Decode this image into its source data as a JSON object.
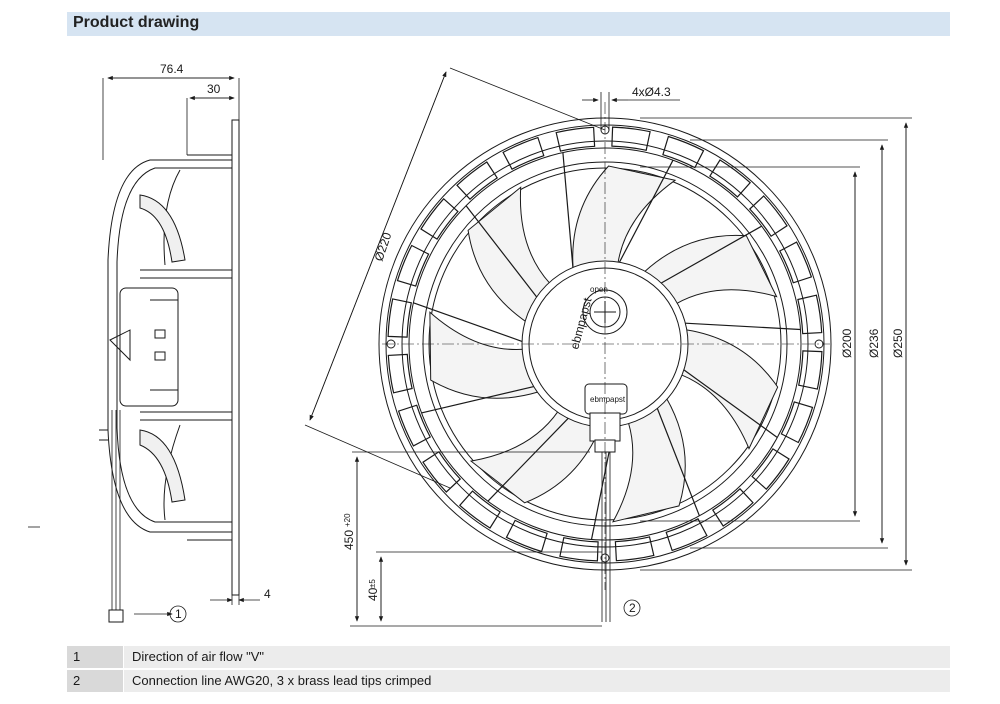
{
  "header": {
    "title": "Product drawing"
  },
  "side_view": {
    "dim_overall": "76.4",
    "dim_mount": "30",
    "dim_flange": "4",
    "callout_1": "1"
  },
  "front_view": {
    "dim_holes": "4xØ4.3",
    "dim_diag": "Ø220",
    "dim_d200": "Ø200",
    "dim_d236": "Ø236",
    "dim_d250": "Ø250",
    "dim_lead": "450",
    "dim_lead_tol": "+20",
    "dim_strip": "40",
    "dim_strip_tol": "±5",
    "callout_2": "2",
    "brand_hub": "ebmpapst",
    "brand_connector": "ebmpapst",
    "label_open": "open"
  },
  "legend": [
    {
      "num": "1",
      "text": "Direction of air flow \"V\""
    },
    {
      "num": "2",
      "text": "Connection line AWG20, 3 x brass lead tips crimped"
    }
  ]
}
